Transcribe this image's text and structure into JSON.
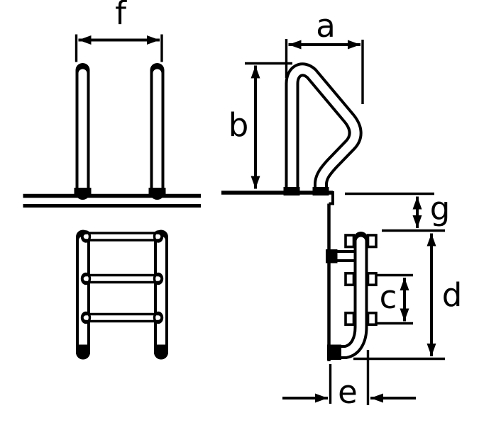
{
  "diagram": {
    "type": "technical-drawing",
    "subject": "pool-ladder-dimension-diagram",
    "colors": {
      "line": "#000000",
      "background": "#ffffff"
    },
    "dimension_labels": {
      "a": "a",
      "b": "b",
      "c": "c",
      "d": "d",
      "e": "e",
      "f": "f",
      "g": "g"
    }
  }
}
